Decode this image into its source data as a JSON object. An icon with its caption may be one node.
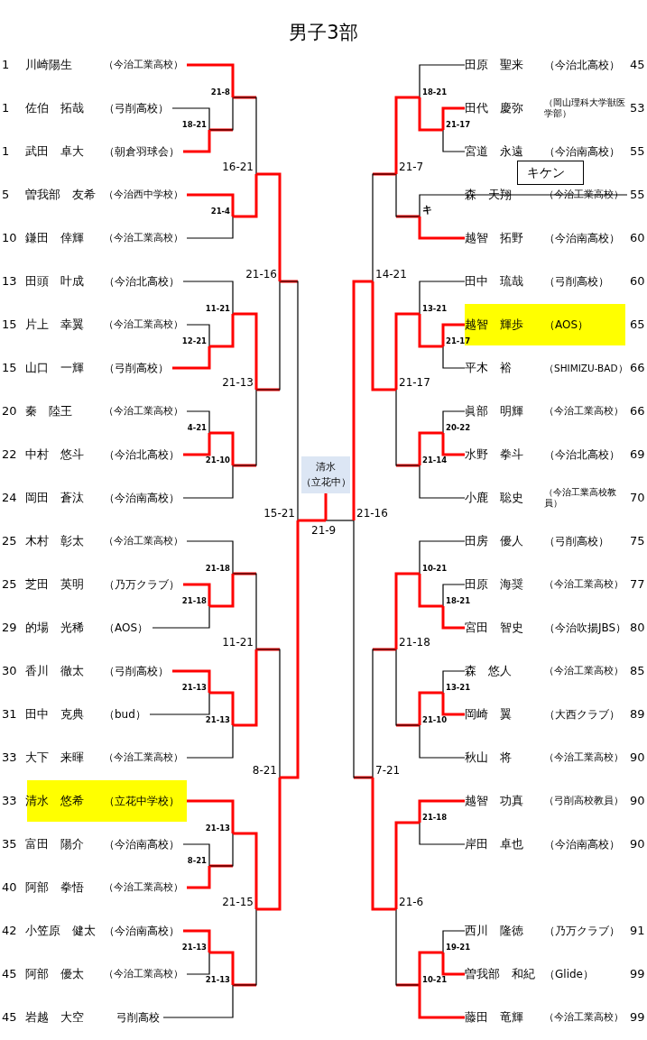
{
  "diagram": {
    "title": "男子3部",
    "nodes": [
      {
        "text": [
          "1",
          "川崎陽生",
          "（今治工業高校）"
        ]
      },
      {
        "text": [
          "1",
          "佐伯　拓哉",
          "（弓削高校）"
        ]
      },
      {
        "text": [
          "1",
          "武田　卓大",
          "（朝倉羽球会）"
        ]
      },
      {
        "text": [
          "5",
          "曽我部　友希",
          "（今治西中学校）"
        ]
      },
      {
        "text": [
          "10",
          "鎌田　倖輝",
          "（今治工業高校）"
        ]
      },
      {
        "text": [
          "13",
          "田頭　叶成",
          "（今治北高校）"
        ]
      },
      {
        "text": [
          "15",
          "片上　幸翼",
          "（今治工業高校）"
        ]
      },
      {
        "text": [
          "15",
          "山口　一輝",
          "（弓削高校）"
        ]
      },
      {
        "text": [
          "20",
          "秦　陸王",
          "（今治工業高校）"
        ]
      },
      {
        "text": [
          "22",
          "中村　悠斗",
          "（今治北高校）"
        ]
      },
      {
        "text": [
          "24",
          "岡田　蒼汰",
          "（今治南高校）"
        ]
      },
      {
        "text": [
          "25",
          "木村　彰太",
          "（今治工業高校）"
        ]
      },
      {
        "text": [
          "25",
          "芝田　英明",
          "（乃万クラブ）"
        ]
      },
      {
        "text": [
          "29",
          "的場　光稀",
          "（AOS）"
        ]
      },
      {
        "text": [
          "30",
          "香川　徹太",
          "（弓削高校）"
        ]
      },
      {
        "text": [
          "31",
          "田中　克典",
          "（bud）"
        ]
      },
      {
        "text": [
          "33",
          "大下　来暉",
          "（今治工業高校）"
        ]
      },
      {
        "text": [
          "33",
          "清水　悠希",
          "（立花中学校）"
        ]
      },
      {
        "text": [
          "35",
          "富田　陽介",
          "（今治南高校）"
        ]
      },
      {
        "text": [
          "40",
          "阿部　拳悟",
          "（今治工業高校）"
        ]
      },
      {
        "text": [
          "42",
          "小笠原　健太",
          "（今治南高校）"
        ]
      },
      {
        "text": [
          "45",
          "阿部　優太",
          "（今治工業高校）"
        ]
      },
      {
        "text": [
          "45",
          "岩越　大空",
          "弓削高校"
        ]
      },
      {
        "text": [
          "田原　聖来",
          "（今治北高校）",
          "45"
        ]
      },
      {
        "text": [
          "田代　慶弥",
          "（岡山理科大学獣医学部）",
          "53"
        ]
      },
      {
        "text": [
          "宮道　永遠",
          "（今治南高校）",
          "55"
        ]
      },
      {
        "text": [
          "森　天翔",
          "（今治工業高校）",
          "55"
        ]
      },
      {
        "text": [
          "越智　拓野",
          "（今治南高校）",
          "60"
        ]
      },
      {
        "text": [
          "田中　琉哉",
          "（弓削高校）",
          "60"
        ]
      },
      {
        "text": [
          "越智　輝歩",
          "（AOS）",
          "65"
        ]
      },
      {
        "text": [
          "平木　裕",
          "（SHIMIZU-BAD）",
          "66"
        ]
      },
      {
        "text": [
          "眞部　明輝",
          "（今治工業高校）",
          "66"
        ]
      },
      {
        "text": [
          "水野　拳斗",
          "（今治北高校）",
          "69"
        ]
      },
      {
        "text": [
          "小鹿　聡史",
          "（今治工業高校教員）",
          "70"
        ]
      },
      {
        "text": [
          "田房　優人",
          "（弓削高校）",
          "75"
        ]
      },
      {
        "text": [
          "田原　海奨",
          "（今治工業高校）",
          "77"
        ]
      },
      {
        "text": [
          "宮田　智史",
          "（今治吹揚JBS）",
          "80"
        ]
      },
      {
        "text": [
          "森　悠人",
          "（今治工業高校）",
          "85"
        ]
      },
      {
        "text": [
          "岡崎　翼",
          "（大西クラブ）",
          "89"
        ]
      },
      {
        "text": [
          "秋山　将",
          "（今治工業高校）",
          "90"
        ]
      },
      {
        "text": [
          "越智　功真",
          "（弓削高校教員）",
          "90"
        ]
      },
      {
        "text": [
          "岸田　卓也",
          "（今治南高校）",
          "90"
        ]
      },
      {
        "text": [
          "西川　隆徳",
          "（乃万クラブ）",
          "91"
        ]
      },
      {
        "text": [
          "曽我部　和紀",
          "（Glide）",
          "99"
        ]
      },
      {
        "text": [
          "藤田　竜輝",
          "（今治工業高校）",
          "99"
        ]
      },
      {
        "text": [
          "キケン"
        ]
      },
      {
        "text": [
          "清水（立花中）"
        ]
      },
      {
        "text": [
          "18-21"
        ]
      },
      {
        "text": [
          "21-8"
        ]
      },
      {
        "text": [
          "21-4"
        ]
      },
      {
        "text": [
          "16-21"
        ]
      },
      {
        "text": [
          "12-21"
        ]
      },
      {
        "text": [
          "11-21"
        ]
      },
      {
        "text": [
          "4-21"
        ]
      },
      {
        "text": [
          "21-10"
        ]
      },
      {
        "text": [
          "21-13"
        ]
      },
      {
        "text": [
          "21-16"
        ]
      },
      {
        "text": [
          "21-18"
        ]
      },
      {
        "text": [
          "21-18"
        ]
      },
      {
        "text": [
          "21-13"
        ]
      },
      {
        "text": [
          "21-13"
        ]
      },
      {
        "text": [
          "11-21"
        ]
      },
      {
        "text": [
          "8-21"
        ]
      },
      {
        "text": [
          "21-13"
        ]
      },
      {
        "text": [
          "21-13"
        ]
      },
      {
        "text": [
          "21-13"
        ]
      },
      {
        "text": [
          "21-15"
        ]
      },
      {
        "text": [
          "8-21"
        ]
      },
      {
        "text": [
          "15-21"
        ]
      },
      {
        "text": [
          "21-17"
        ]
      },
      {
        "text": [
          "18-21"
        ]
      },
      {
        "text": [
          "キ"
        ]
      },
      {
        "text": [
          "21-7"
        ]
      },
      {
        "text": [
          "21-17"
        ]
      },
      {
        "text": [
          "13-21"
        ]
      },
      {
        "text": [
          "20-22"
        ]
      },
      {
        "text": [
          "21-14"
        ]
      },
      {
        "text": [
          "21-17"
        ]
      },
      {
        "text": [
          "14-21"
        ]
      },
      {
        "text": [
          "18-21"
        ]
      },
      {
        "text": [
          "10-21"
        ]
      },
      {
        "text": [
          "13-21"
        ]
      },
      {
        "text": [
          "21-10"
        ]
      },
      {
        "text": [
          "21-18"
        ]
      },
      {
        "text": [
          "21-18"
        ]
      },
      {
        "text": [
          "19-21"
        ]
      },
      {
        "text": [
          "10-21"
        ]
      },
      {
        "text": [
          "21-6"
        ]
      },
      {
        "text": [
          "7-21"
        ]
      },
      {
        "text": [
          "21-16"
        ]
      },
      {
        "text": [
          "21-9"
        ]
      }
    ],
    "edges": [
      {
        "from": 1,
        "to": 47,
        "arrow": "none",
        "color": "#000000"
      },
      {
        "from": 2,
        "to": 47,
        "arrow": "none"
      },
      {
        "from": 0,
        "to": 48,
        "arrow": "none"
      },
      {
        "from": 47,
        "to": 48,
        "arrow": "none",
        "color": "#000000"
      },
      {
        "from": 3,
        "to": 49,
        "arrow": "none"
      },
      {
        "from": 4,
        "to": 49,
        "arrow": "none",
        "color": "#000000"
      },
      {
        "from": 48,
        "to": 50,
        "arrow": "none",
        "color": "#000000"
      },
      {
        "from": 49,
        "to": 50,
        "arrow": "none"
      },
      {
        "from": 6,
        "to": 51,
        "arrow": "none",
        "color": "#000000"
      },
      {
        "from": 7,
        "to": 51,
        "arrow": "none"
      },
      {
        "from": 5,
        "to": 52,
        "arrow": "none",
        "color": "#000000"
      },
      {
        "from": 51,
        "to": 52,
        "arrow": "none"
      },
      {
        "from": 8,
        "to": 53,
        "arrow": "none",
        "color": "#000000"
      },
      {
        "from": 9,
        "to": 53,
        "arrow": "none"
      },
      {
        "from": 53,
        "to": 54,
        "arrow": "none"
      },
      {
        "from": 10,
        "to": 54,
        "arrow": "none",
        "color": "#000000"
      },
      {
        "from": 52,
        "to": 55,
        "arrow": "none"
      },
      {
        "from": 54,
        "to": 55,
        "arrow": "none",
        "color": "#000000"
      },
      {
        "from": 50,
        "to": 56,
        "arrow": "none"
      },
      {
        "from": 55,
        "to": 56,
        "arrow": "none",
        "color": "#000000"
      },
      {
        "from": 12,
        "to": 57,
        "arrow": "none"
      },
      {
        "from": 13,
        "to": 57,
        "arrow": "none",
        "color": "#000000"
      },
      {
        "from": 11,
        "to": 58,
        "arrow": "none",
        "color": "#000000"
      },
      {
        "from": 57,
        "to": 58,
        "arrow": "none"
      },
      {
        "from": 14,
        "to": 59,
        "arrow": "none"
      },
      {
        "from": 15,
        "to": 59,
        "arrow": "none",
        "color": "#000000"
      },
      {
        "from": 59,
        "to": 60,
        "arrow": "none"
      },
      {
        "from": 16,
        "to": 60,
        "arrow": "none",
        "color": "#000000"
      },
      {
        "from": 58,
        "to": 61,
        "arrow": "none",
        "color": "#000000"
      },
      {
        "from": 60,
        "to": 61,
        "arrow": "none"
      },
      {
        "from": 18,
        "to": 62,
        "arrow": "none",
        "color": "#000000"
      },
      {
        "from": 19,
        "to": 62,
        "arrow": "none"
      },
      {
        "from": 17,
        "to": 63,
        "arrow": "none"
      },
      {
        "from": 62,
        "to": 63,
        "arrow": "none",
        "color": "#000000"
      },
      {
        "from": 20,
        "to": 64,
        "arrow": "none"
      },
      {
        "from": 21,
        "to": 64,
        "arrow": "none",
        "color": "#000000"
      },
      {
        "from": 64,
        "to": 65,
        "arrow": "none"
      },
      {
        "from": 22,
        "to": 65,
        "arrow": "none",
        "color": "#000000"
      },
      {
        "from": 63,
        "to": 66,
        "arrow": "none"
      },
      {
        "from": 65,
        "to": 66,
        "arrow": "none",
        "color": "#000000"
      },
      {
        "from": 61,
        "to": 67,
        "arrow": "none",
        "color": "#000000"
      },
      {
        "from": 66,
        "to": 67,
        "arrow": "none"
      },
      {
        "from": 56,
        "to": 68,
        "arrow": "none",
        "color": "#000000"
      },
      {
        "from": 67,
        "to": 68,
        "arrow": "none"
      },
      {
        "from": 24,
        "to": 69,
        "arrow": "none"
      },
      {
        "from": 25,
        "to": 69,
        "arrow": "none",
        "color": "#000000"
      },
      {
        "from": 23,
        "to": 70,
        "arrow": "none",
        "color": "#000000"
      },
      {
        "from": 69,
        "to": 70,
        "arrow": "none"
      },
      {
        "from": 26,
        "to": 71,
        "arrow": "none",
        "color": "#000000"
      },
      {
        "from": 27,
        "to": 71,
        "arrow": "none"
      },
      {
        "from": 70,
        "to": 72,
        "arrow": "none"
      },
      {
        "from": 71,
        "to": 72,
        "arrow": "none",
        "color": "#000000"
      },
      {
        "from": 29,
        "to": 73,
        "arrow": "none"
      },
      {
        "from": 30,
        "to": 73,
        "arrow": "none",
        "color": "#000000"
      },
      {
        "from": 28,
        "to": 74,
        "arrow": "none",
        "color": "#000000"
      },
      {
        "from": 73,
        "to": 74,
        "arrow": "none"
      },
      {
        "from": 31,
        "to": 75,
        "arrow": "none",
        "color": "#000000"
      },
      {
        "from": 32,
        "to": 75,
        "arrow": "none"
      },
      {
        "from": 75,
        "to": 76,
        "arrow": "none"
      },
      {
        "from": 33,
        "to": 76,
        "arrow": "none",
        "color": "#000000"
      },
      {
        "from": 74,
        "to": 77,
        "arrow": "none"
      },
      {
        "from": 76,
        "to": 77,
        "arrow": "none",
        "color": "#000000"
      },
      {
        "from": 72,
        "to": 78,
        "arrow": "none",
        "color": "#000000"
      },
      {
        "from": 77,
        "to": 78,
        "arrow": "none"
      },
      {
        "from": 35,
        "to": 79,
        "arrow": "none",
        "color": "#000000"
      },
      {
        "from": 36,
        "to": 79,
        "arrow": "none"
      },
      {
        "from": 34,
        "to": 80,
        "arrow": "none",
        "color": "#000000"
      },
      {
        "from": 79,
        "to": 80,
        "arrow": "none"
      },
      {
        "from": 37,
        "to": 81,
        "arrow": "none",
        "color": "#000000"
      },
      {
        "from": 38,
        "to": 81,
        "arrow": "none"
      },
      {
        "from": 81,
        "to": 82,
        "arrow": "none"
      },
      {
        "from": 39,
        "to": 82,
        "arrow": "none",
        "color": "#000000"
      },
      {
        "from": 80,
        "to": 83,
        "arrow": "none"
      },
      {
        "from": 82,
        "to": 83,
        "arrow": "none",
        "color": "#000000"
      },
      {
        "from": 40,
        "to": 84,
        "arrow": "none"
      },
      {
        "from": 41,
        "to": 84,
        "arrow": "none",
        "color": "#000000"
      },
      {
        "from": 42,
        "to": 85,
        "arrow": "none",
        "color": "#000000"
      },
      {
        "from": 43,
        "to": 85,
        "arrow": "none"
      },
      {
        "from": 85,
        "to": 86,
        "arrow": "none"
      },
      {
        "from": 44,
        "to": 86,
        "arrow": "none"
      },
      {
        "from": 84,
        "to": 87,
        "arrow": "none"
      },
      {
        "from": 86,
        "to": 87,
        "arrow": "none",
        "color": "#000000"
      },
      {
        "from": 83,
        "to": 88,
        "arrow": "none",
        "color": "#000000"
      },
      {
        "from": 87,
        "to": 88,
        "arrow": "none"
      },
      {
        "from": 78,
        "to": 89,
        "arrow": "none"
      },
      {
        "from": 88,
        "to": 89,
        "arrow": "none",
        "color": "#000000"
      },
      {
        "from": 68,
        "to": 90,
        "arrow": "none"
      },
      {
        "from": 89,
        "to": 90,
        "arrow": "none",
        "color": "#000000"
      },
      {
        "from": 90,
        "to": 46,
        "arrow": "none"
      }
    ]
  }
}
